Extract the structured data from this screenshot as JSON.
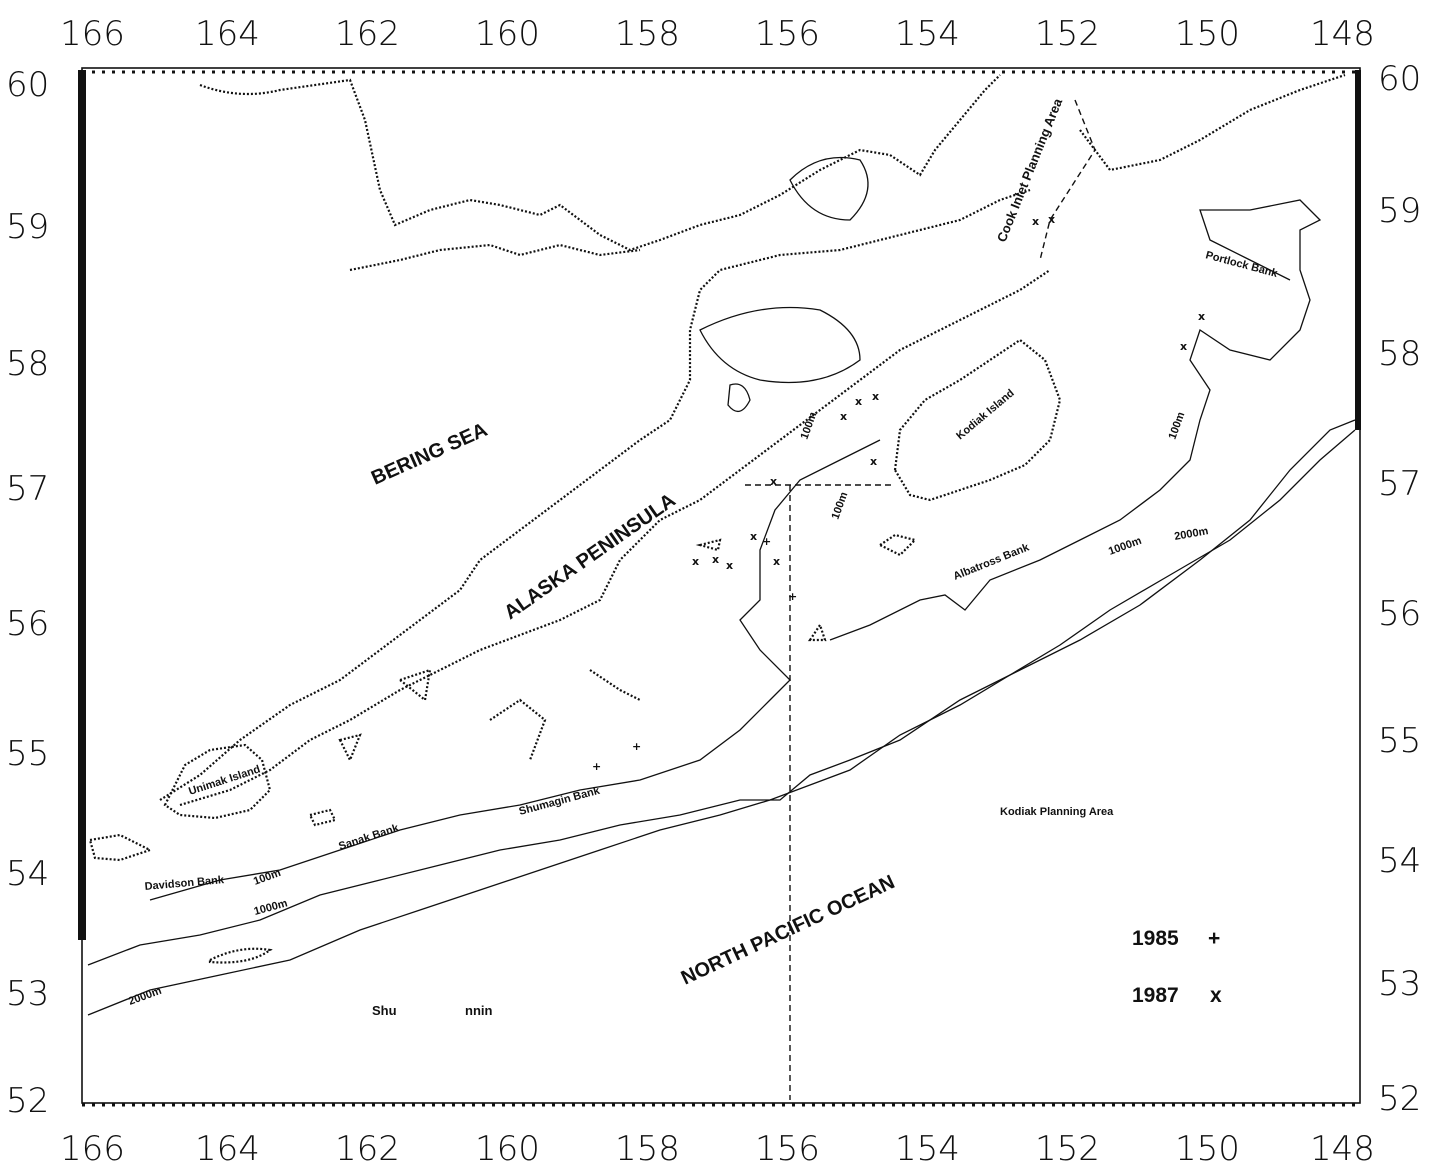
{
  "map": {
    "lon_ticks": [
      "166",
      "164",
      "162",
      "160",
      "158",
      "156",
      "154",
      "152",
      "150",
      "148"
    ],
    "lat_ticks": [
      "60",
      "59",
      "58",
      "57",
      "56",
      "55",
      "54",
      "53",
      "52"
    ],
    "labels": {
      "bering_sea": "BERING SEA",
      "alaska_peninsula": "ALASKA PENINSULA",
      "north_pacific": "NORTH PACIFIC OCEAN",
      "cook_inlet": "Cook Inlet Planning Area",
      "portlock": "Portlock Bank",
      "kodiak_island": "Kodiak Island",
      "albatross": "Albatross Bank",
      "kodiak_planning": "Kodiak Planning Area",
      "unimak": "Unimak Island",
      "sanak": "Sanak Bank",
      "shumagin_bank": "Shumagin Bank",
      "davidson": "Davidson Bank",
      "shumagin_area_a": "Shu",
      "shumagin_area_b": "nnin",
      "c100m_1": "100m",
      "c100m_2": "100m",
      "c100m_3": "100m",
      "c100m_4": "100m",
      "c1000m_1": "1000m",
      "c1000m_2": "1000m",
      "c2000m_1": "2000m",
      "c2000m_2": "2000m"
    },
    "legend": [
      {
        "year": "1985",
        "symbol": "+"
      },
      {
        "year": "1987",
        "symbol": "x"
      }
    ]
  }
}
